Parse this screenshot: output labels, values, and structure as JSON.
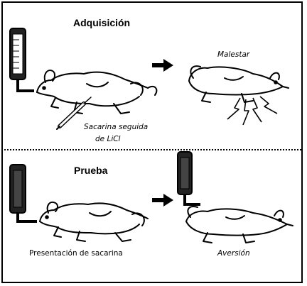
{
  "sections": {
    "acquisition": {
      "title": "Adquisición",
      "caption_line1": "Sacarina seguida",
      "caption_line2": "de LiCl",
      "outcome": "Malestar"
    },
    "test": {
      "title": "Prueba",
      "caption": "Presentación de sacarina",
      "outcome": "Aversión"
    }
  },
  "colors": {
    "ink": "#000000",
    "background": "#ffffff"
  }
}
